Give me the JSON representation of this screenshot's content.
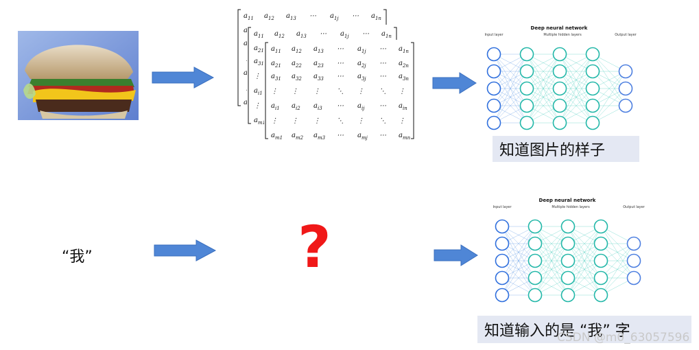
{
  "matrix": {
    "row_labels": [
      "a11",
      "a12",
      "a13",
      "…",
      "a1j",
      "…",
      "a1n"
    ],
    "rows": [
      [
        "a",
        "11"
      ],
      [
        "a",
        "12"
      ],
      [
        "a",
        "13"
      ],
      [
        "…",
        ""
      ],
      [
        "a",
        "1j"
      ],
      [
        "…",
        ""
      ],
      [
        "a",
        "1n"
      ]
    ]
  },
  "network_top": {
    "title": "Deep neural network",
    "input_label": "Input layer",
    "hidden_label": "Multiple hidden layers",
    "output_label": "Output layer"
  },
  "network_bottom": {
    "title": "Deep neural network",
    "input_label": "Input layer",
    "hidden_label": "Multiple hidden layers",
    "output_label": "Output layer"
  },
  "caption_top": "知道图片的样子",
  "input_char": "“我”",
  "question_mark": "?",
  "caption_bottom": "知道输入的是 “我” 字",
  "watermark": "CSDN @m0_63057596",
  "colors": {
    "arrow_fill": "#4f86d6",
    "arrow_stroke": "#3a6fbf",
    "input_node": "#2f6fdd",
    "hidden_node": "#22b7a8",
    "output_node": "#4d7fe0",
    "question": "#f01818",
    "label_bg": "#e4e8f3"
  }
}
